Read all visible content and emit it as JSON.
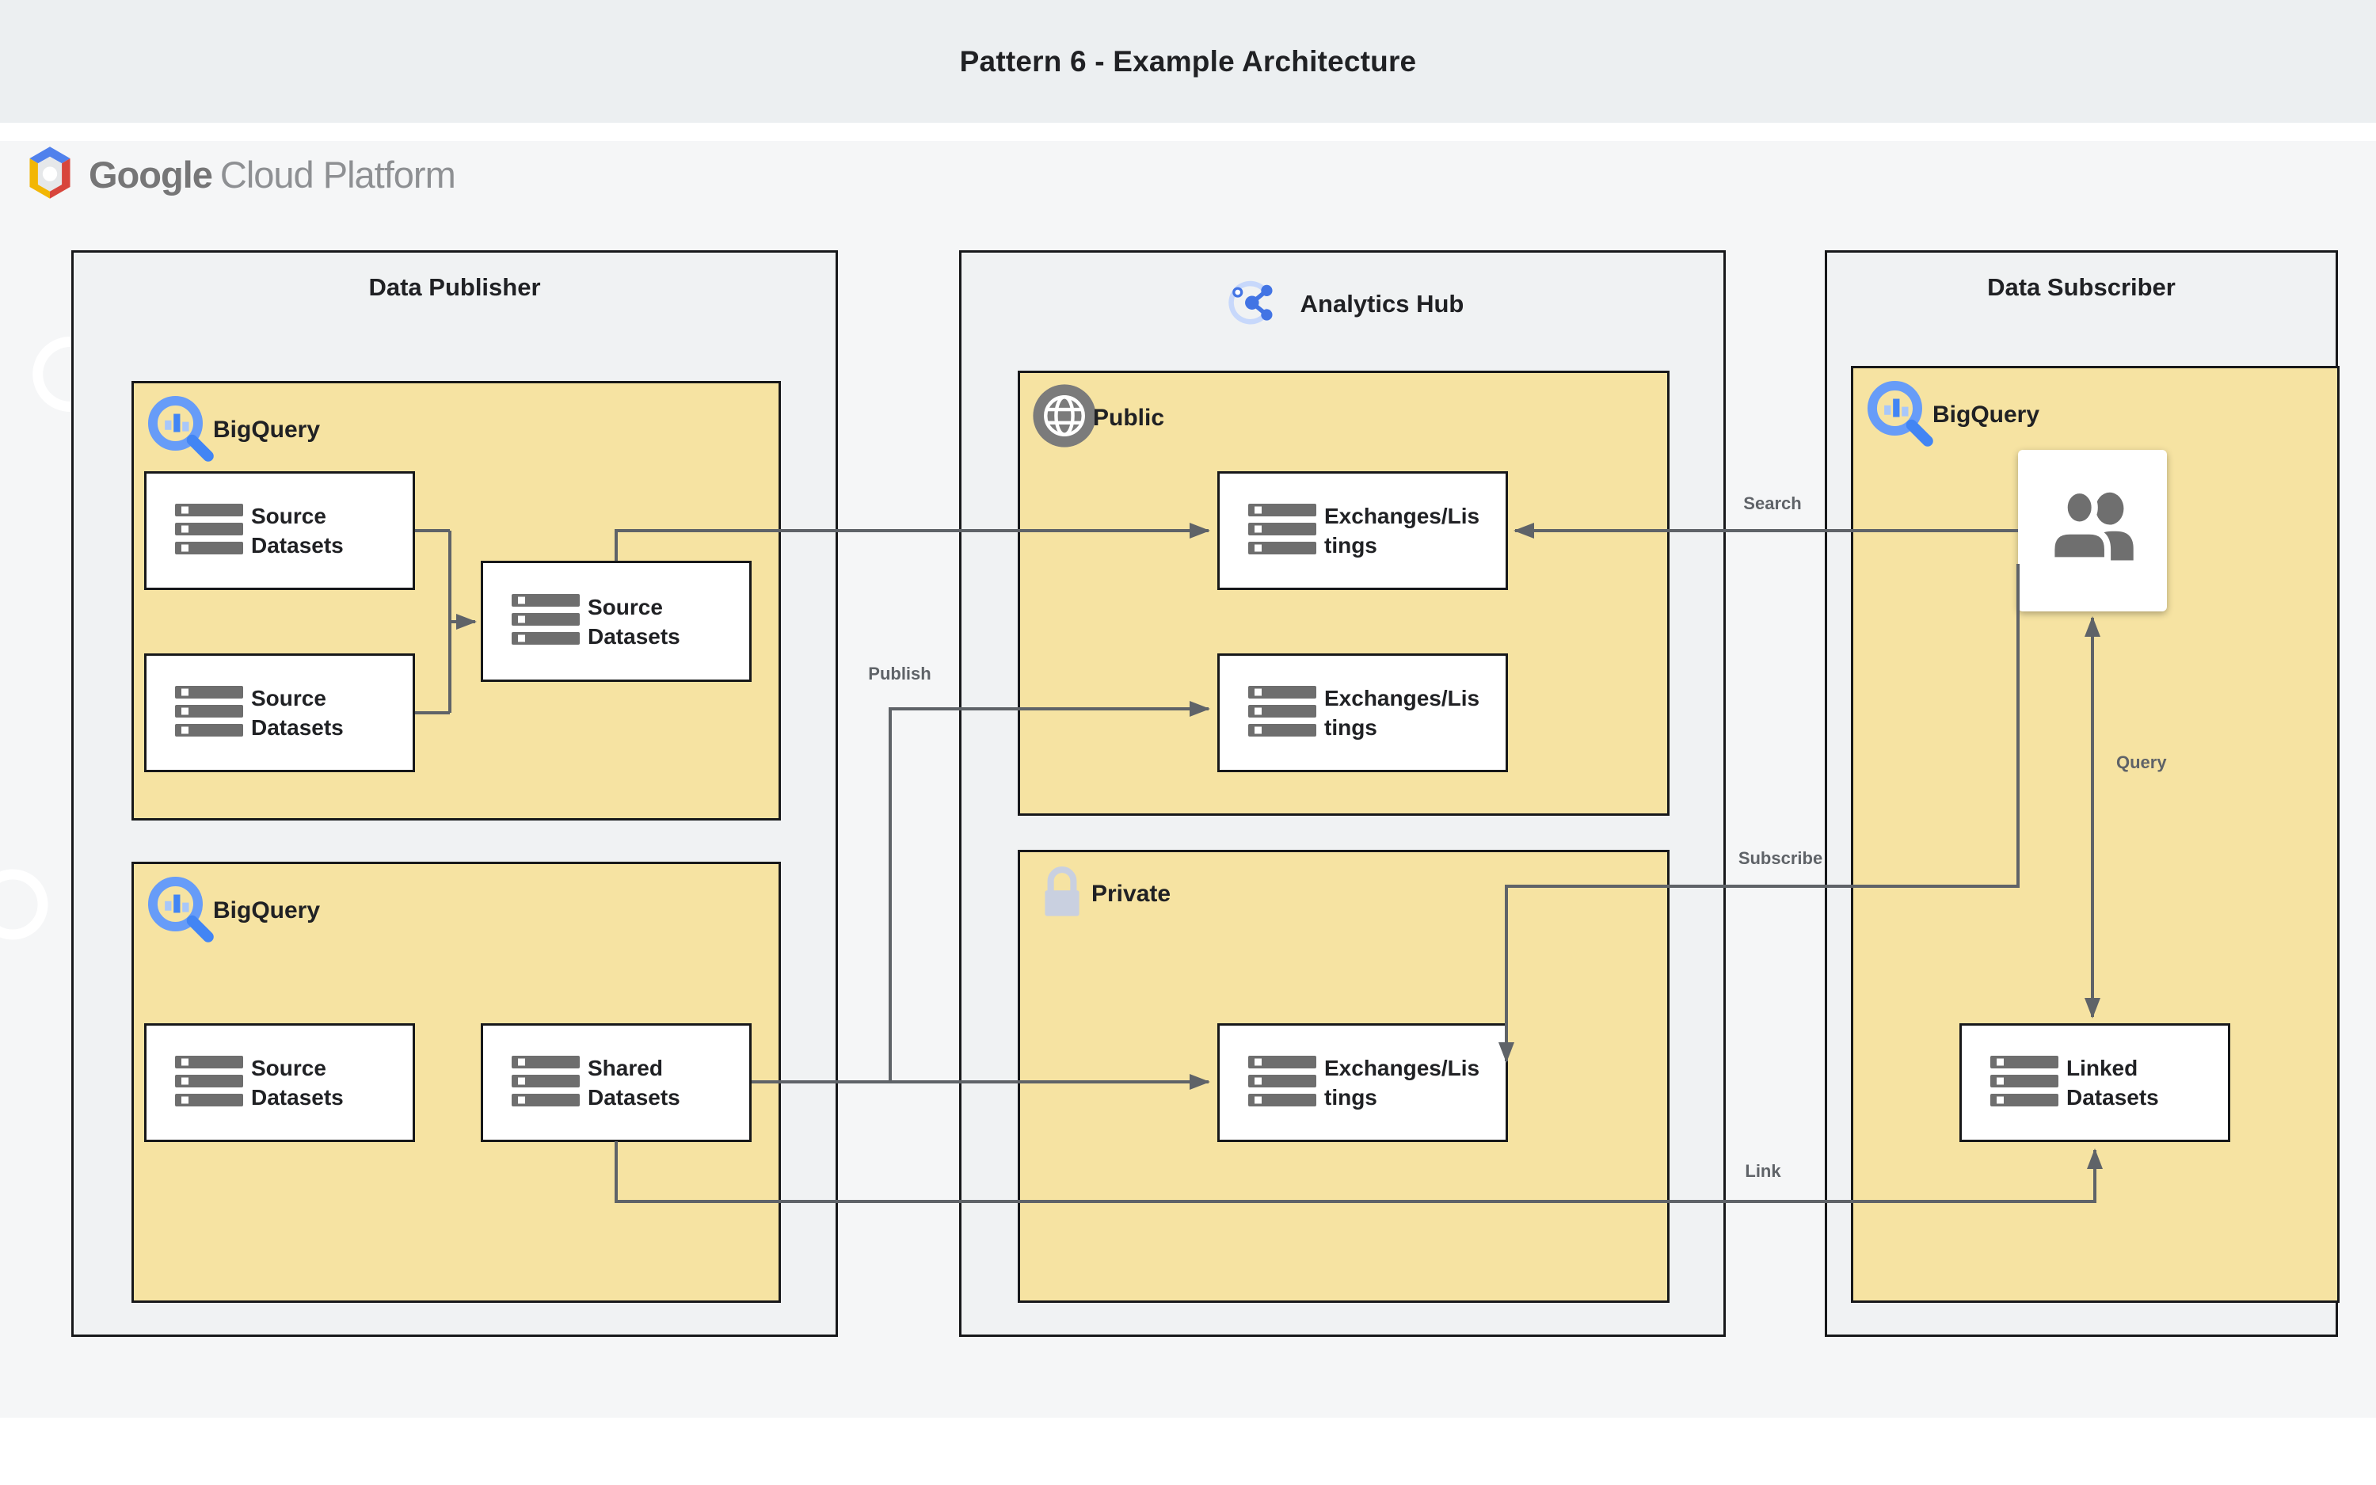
{
  "header": {
    "title": "Pattern 6 - Example Architecture"
  },
  "brand": {
    "name_bold": "Google",
    "name_light": "Cloud Platform"
  },
  "containers": {
    "publisher": {
      "title": "Data Publisher"
    },
    "hub": {
      "title": "Analytics Hub"
    },
    "subscriber": {
      "title": "Data Subscriber"
    }
  },
  "groups": {
    "bq1": {
      "label": "BigQuery"
    },
    "bq2": {
      "label": "BigQuery"
    },
    "public": {
      "label": "Public"
    },
    "private": {
      "label": "Private"
    },
    "bq3": {
      "label": "BigQuery"
    }
  },
  "nodes": {
    "srcA": {
      "label": "Source Datasets",
      "lines": [
        "Source",
        "Datasets"
      ]
    },
    "srcB": {
      "label": "Source Datasets",
      "lines": [
        "Source",
        "Datasets"
      ]
    },
    "srcC": {
      "label": "Source Datasets",
      "lines": [
        "Source",
        "Datasets"
      ]
    },
    "srcD": {
      "label": "Source Datasets",
      "lines": [
        "Source",
        "Datasets"
      ]
    },
    "shared": {
      "label": "Shared Datasets",
      "lines": [
        "Shared",
        "Datasets"
      ]
    },
    "ex1": {
      "label": "Exchanges/Listings",
      "lines": [
        "Exchanges/Lis",
        "tings"
      ]
    },
    "ex2": {
      "label": "Exchanges/Listings",
      "lines": [
        "Exchanges/Lis",
        "tings"
      ]
    },
    "ex3": {
      "label": "Exchanges/Listings",
      "lines": [
        "Exchanges/Lis",
        "tings"
      ]
    },
    "linked": {
      "label": "Linked Datasets",
      "lines": [
        "Linked",
        "Datasets"
      ]
    }
  },
  "edges": {
    "publish": "Publish",
    "search": "Search",
    "subscribe": "Subscribe",
    "query": "Query",
    "link": "Link"
  },
  "colors": {
    "header_band": "#ECEFF1",
    "canvas": "#F5F6F7",
    "container_fill": "#F0F2F3",
    "group_yellow": "#F6E3A2",
    "line_gray": "#5F6368",
    "text_dark": "#202124",
    "bigquery_blue": "#4285F4",
    "bigquery_light_blue": "#A8C7FA",
    "logo_red": "#D8453C",
    "logo_yellow": "#F2B605",
    "logo_blue": "#5081EC"
  }
}
